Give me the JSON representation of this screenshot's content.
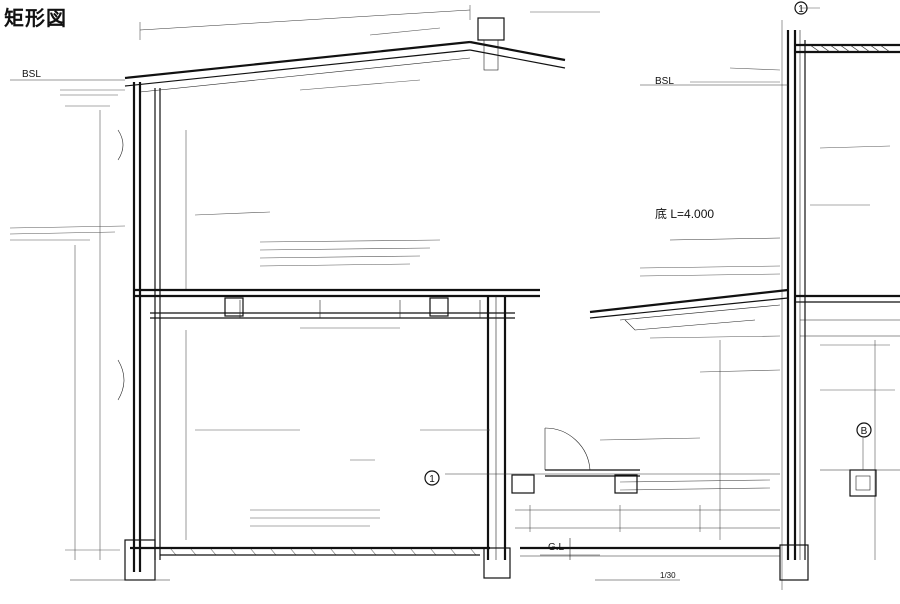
{
  "drawing": {
    "title": "矩形図",
    "level_bsl_left": "BSL",
    "level_bsl_right": "BSL",
    "level_gl": "G.L",
    "dimension_note": "底 L=4.000",
    "grid_marker_1_top": "1",
    "grid_marker_1_mid": "1",
    "grid_marker_b": "B",
    "scale_note": "1/30"
  }
}
